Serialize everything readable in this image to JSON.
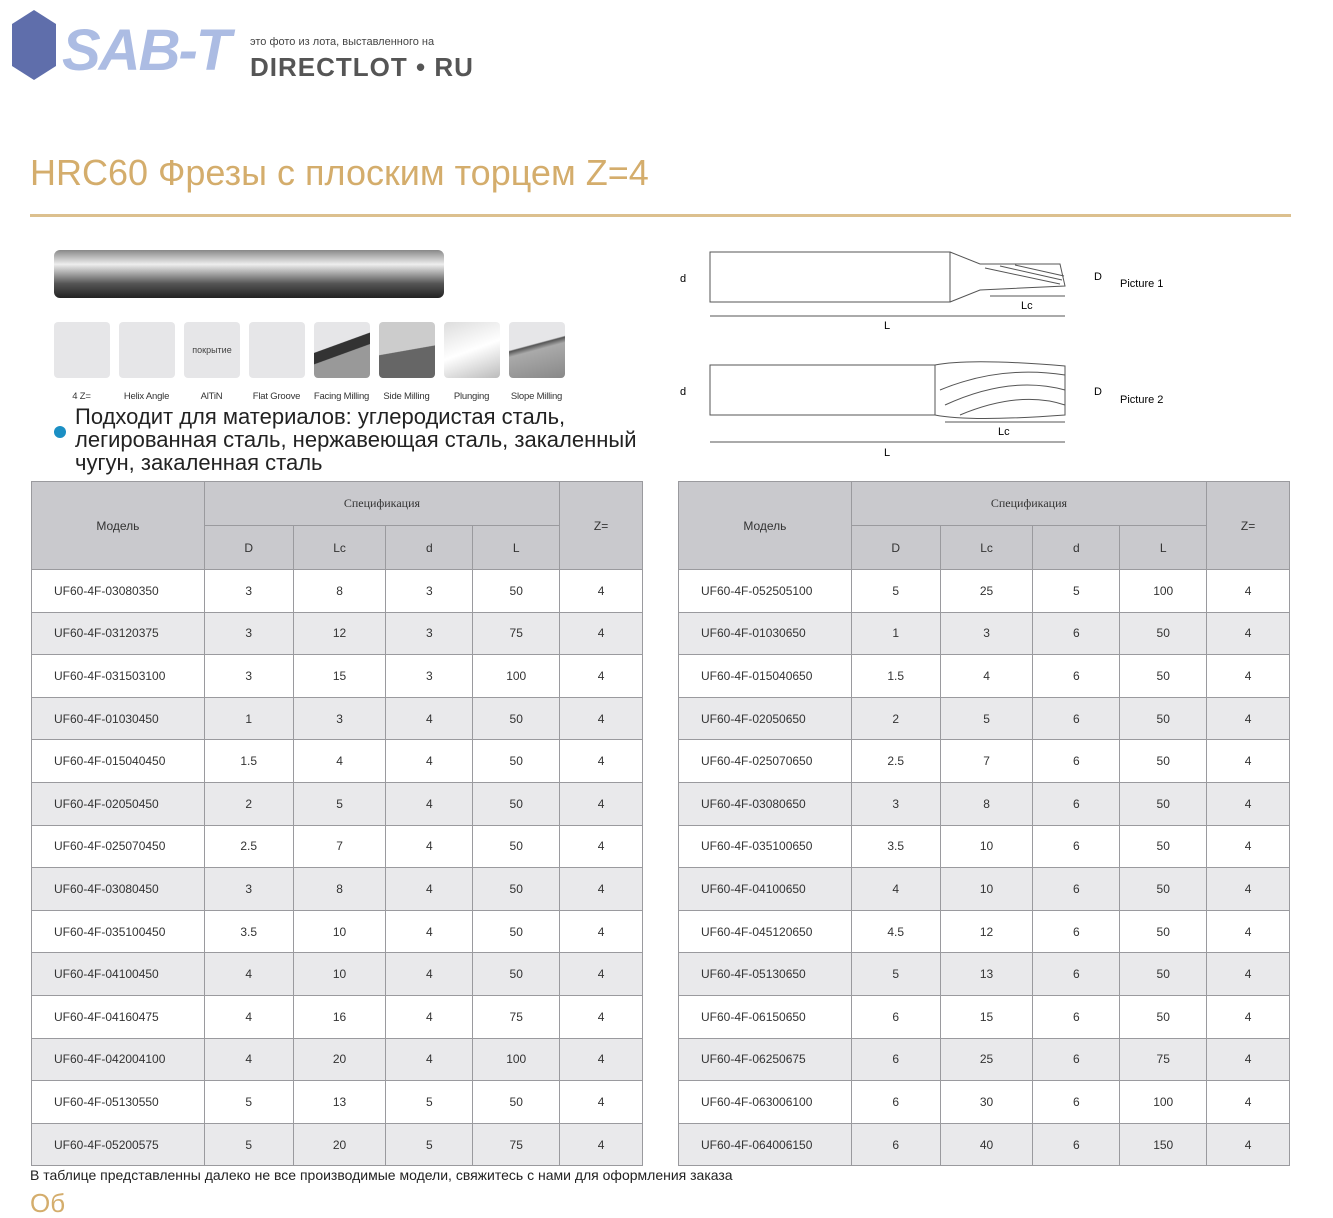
{
  "watermark": {
    "logo": "SAB-T",
    "caption": "это фото из лота, выставленного на",
    "site": "DIRECTLOT • RU"
  },
  "title": "HRC60 Фрезы с плоским торцем Z=4",
  "icons": [
    {
      "label": "4 Z="
    },
    {
      "label": "Helix Angle"
    },
    {
      "label": "AlTiN",
      "text": "покрытие"
    },
    {
      "label": "Flat Groove"
    },
    {
      "label": "Facing Milling"
    },
    {
      "label": "Side Milling"
    },
    {
      "label": "Plunging"
    },
    {
      "label": "Slope Milling"
    }
  ],
  "materials": "Подходит для материалов: углеродистая сталь, легированная сталь, нержавеющая сталь, закаленный чугун, закаленная сталь",
  "drawings": {
    "picture1": "Picture 1",
    "picture2": "Picture 2",
    "d": "d",
    "D": "D",
    "Lc": "Lc",
    "L": "L"
  },
  "table_headers": {
    "model": "Модель",
    "spec": "Спецификация",
    "D": "D",
    "Lc": "Lc",
    "d": "d",
    "L": "L",
    "Z": "Z="
  },
  "left_rows": [
    [
      "UF60-4F-03080350",
      "3",
      "8",
      "3",
      "50",
      "4"
    ],
    [
      "UF60-4F-03120375",
      "3",
      "12",
      "3",
      "75",
      "4"
    ],
    [
      "UF60-4F-031503100",
      "3",
      "15",
      "3",
      "100",
      "4"
    ],
    [
      "UF60-4F-01030450",
      "1",
      "3",
      "4",
      "50",
      "4"
    ],
    [
      "UF60-4F-015040450",
      "1.5",
      "4",
      "4",
      "50",
      "4"
    ],
    [
      "UF60-4F-02050450",
      "2",
      "5",
      "4",
      "50",
      "4"
    ],
    [
      "UF60-4F-025070450",
      "2.5",
      "7",
      "4",
      "50",
      "4"
    ],
    [
      "UF60-4F-03080450",
      "3",
      "8",
      "4",
      "50",
      "4"
    ],
    [
      "UF60-4F-035100450",
      "3.5",
      "10",
      "4",
      "50",
      "4"
    ],
    [
      "UF60-4F-04100450",
      "4",
      "10",
      "4",
      "50",
      "4"
    ],
    [
      "UF60-4F-04160475",
      "4",
      "16",
      "4",
      "75",
      "4"
    ],
    [
      "UF60-4F-042004100",
      "4",
      "20",
      "4",
      "100",
      "4"
    ],
    [
      "UF60-4F-05130550",
      "5",
      "13",
      "5",
      "50",
      "4"
    ],
    [
      "UF60-4F-05200575",
      "5",
      "20",
      "5",
      "75",
      "4"
    ]
  ],
  "right_rows": [
    [
      "UF60-4F-052505100",
      "5",
      "25",
      "5",
      "100",
      "4"
    ],
    [
      "UF60-4F-01030650",
      "1",
      "3",
      "6",
      "50",
      "4"
    ],
    [
      "UF60-4F-015040650",
      "1.5",
      "4",
      "6",
      "50",
      "4"
    ],
    [
      "UF60-4F-02050650",
      "2",
      "5",
      "6",
      "50",
      "4"
    ],
    [
      "UF60-4F-025070650",
      "2.5",
      "7",
      "6",
      "50",
      "4"
    ],
    [
      "UF60-4F-03080650",
      "3",
      "8",
      "6",
      "50",
      "4"
    ],
    [
      "UF60-4F-035100650",
      "3.5",
      "10",
      "6",
      "50",
      "4"
    ],
    [
      "UF60-4F-04100650",
      "4",
      "10",
      "6",
      "50",
      "4"
    ],
    [
      "UF60-4F-045120650",
      "4.5",
      "12",
      "6",
      "50",
      "4"
    ],
    [
      "UF60-4F-05130650",
      "5",
      "13",
      "6",
      "50",
      "4"
    ],
    [
      "UF60-4F-06150650",
      "6",
      "15",
      "6",
      "50",
      "4"
    ],
    [
      "UF60-4F-06250675",
      "6",
      "25",
      "6",
      "75",
      "4"
    ],
    [
      "UF60-4F-063006100",
      "6",
      "30",
      "6",
      "100",
      "4"
    ],
    [
      "UF60-4F-064006150",
      "6",
      "40",
      "6",
      "150",
      "4"
    ]
  ],
  "note": "В таблице представленны далеко не все производимые модели, свяжитесь с нами для оформления заказа",
  "next_heading": "Об"
}
